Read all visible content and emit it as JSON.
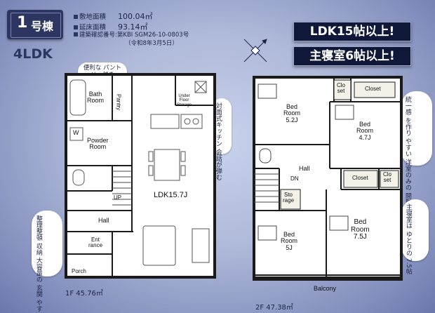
{
  "badge": {
    "number": "1",
    "unit": "号棟"
  },
  "layout_type": "4LDK",
  "info": [
    {
      "label": "敷地面積",
      "value": "100.04㎡"
    },
    {
      "label": "延床面積",
      "value": "93.14㎡"
    },
    {
      "label": "建築確認番号",
      "value": "第KBI SGM26-10-0803号"
    },
    {
      "label": "",
      "value": "（令和8年3月5日）"
    }
  ],
  "highlights": [
    "LDK15帖以上!",
    "主寝室6帖以上!"
  ],
  "notes": {
    "pantry": "便利な パントリー付き",
    "kitchen": "対面式キッチン 会話が弾む",
    "storage_front": "整理整頓 収納 大容量の 玄関 やすい",
    "western_room": "統一感 を作り やすい 洋室のみの 間取り",
    "master": "主寝室は ゆとりの 7.5帖"
  },
  "floor1": {
    "area": "1F 45.76㎡",
    "rooms": {
      "bath": "Bath\nRoom",
      "pantry": "Pantry",
      "under_floor": "Under\nFloor\nStorage",
      "w": "W",
      "powder": "Powder\nRoom",
      "up": "UP",
      "ldk": "LDK15.7J",
      "hall": "Hall",
      "entrance": "Ent\nrance",
      "porch": "Porch"
    }
  },
  "floor2": {
    "area": "2F 47.38㎡",
    "rooms": {
      "bed1": "Bed\nRoom\n5.2J",
      "closet_a": "Clo\nset",
      "closet_b": "Closet",
      "bed2": "Bed\nRoom\n4.7J",
      "hall": "Hall",
      "dn": "DN",
      "closet_c": "Closet",
      "closet_d": "Clo\nset",
      "storage": "Sto\nrage",
      "bed3": "Bed\nRoom\n5J",
      "master": "Bed\nRoom\n7.5J",
      "balcony": "Balcony"
    }
  }
}
